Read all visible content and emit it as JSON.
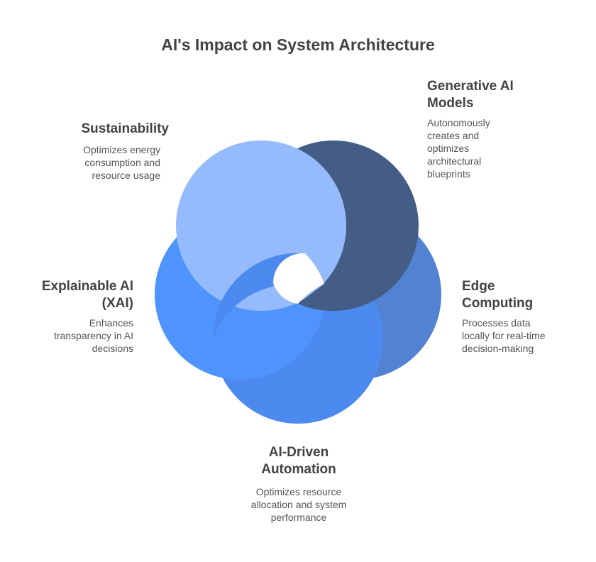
{
  "title": "AI's Impact on System Architecture",
  "items": [
    {
      "key": "generative",
      "heading": "Generative AI Models",
      "description": "Autonomously creates and optimizes architectural blueprints",
      "color": "#435d87"
    },
    {
      "key": "edge",
      "heading": "Edge Computing",
      "description": "Processes data locally for real-time decision-making",
      "color": "#5282d1"
    },
    {
      "key": "automation",
      "heading": "AI-Driven Automation",
      "description": "Optimizes resource allocation and system performance",
      "color": "#4d8af0"
    },
    {
      "key": "xai",
      "heading": "Explainable AI (XAI)",
      "description": "Enhances transparency in AI decisions",
      "color": "#4f94fd"
    },
    {
      "key": "sustainability",
      "heading": "Sustainability",
      "description": "Optimizes energy consumption and resource usage",
      "color": "#95bbfd"
    }
  ]
}
